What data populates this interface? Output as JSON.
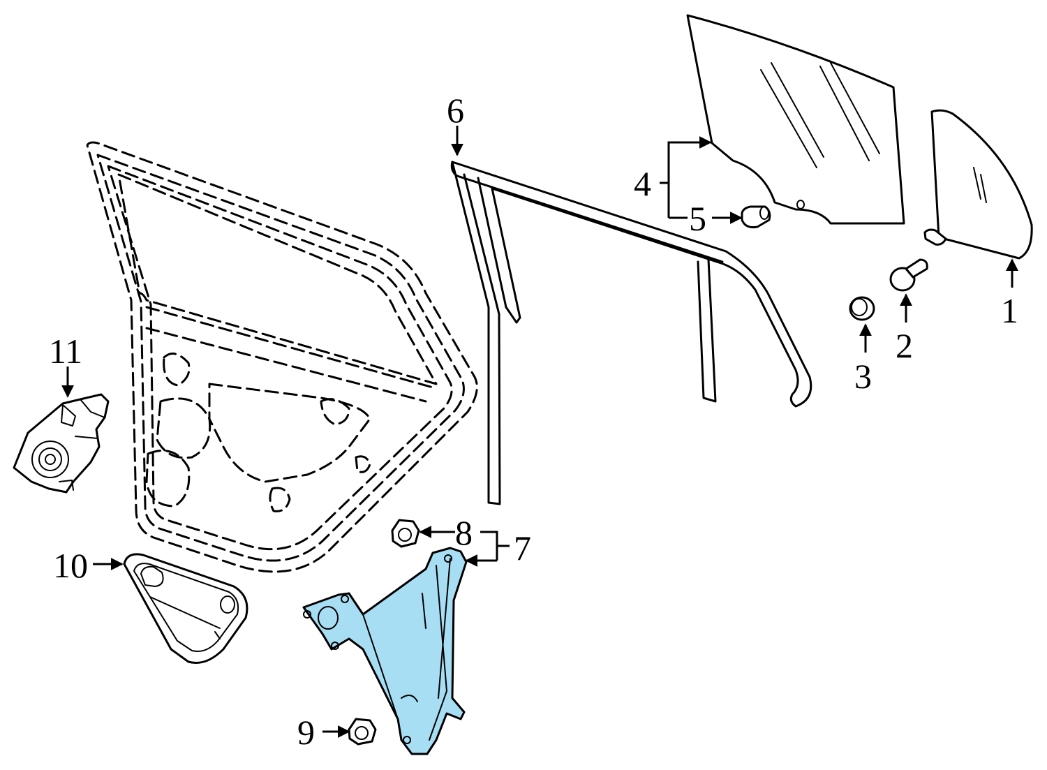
{
  "diagram": {
    "highlight_color": "#a8def3",
    "line_color": "#000000",
    "background": "#ffffff",
    "callouts": [
      {
        "id": "1",
        "label": "1"
      },
      {
        "id": "2",
        "label": "2"
      },
      {
        "id": "3",
        "label": "3"
      },
      {
        "id": "4",
        "label": "4"
      },
      {
        "id": "5",
        "label": "5"
      },
      {
        "id": "6",
        "label": "6"
      },
      {
        "id": "7",
        "label": "7"
      },
      {
        "id": "8",
        "label": "8"
      },
      {
        "id": "9",
        "label": "9"
      },
      {
        "id": "10",
        "label": "10"
      },
      {
        "id": "11",
        "label": "11"
      }
    ]
  }
}
